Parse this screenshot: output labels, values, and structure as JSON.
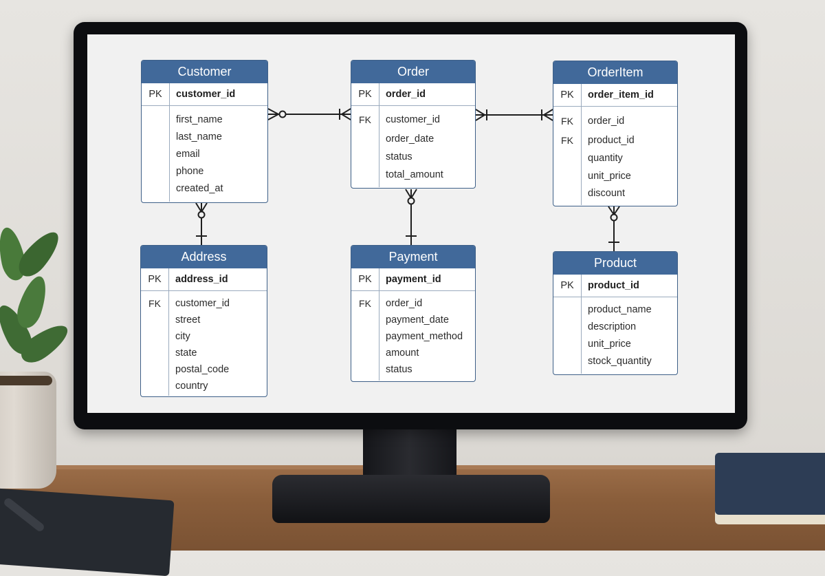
{
  "entities": {
    "customer": {
      "name": "Customer",
      "pk_label": "PK",
      "pk_field": "customer_id",
      "attributes": [
        {
          "key": "",
          "name": "first_name"
        },
        {
          "key": "",
          "name": "last_name"
        },
        {
          "key": "",
          "name": "email"
        },
        {
          "key": "",
          "name": "phone"
        },
        {
          "key": "",
          "name": "created_at"
        }
      ]
    },
    "order": {
      "name": "Order",
      "pk_label": "PK",
      "pk_field": "order_id",
      "attributes": [
        {
          "key": "FK",
          "name": "customer_id"
        },
        {
          "key": "",
          "name": "order_date"
        },
        {
          "key": "",
          "name": "status"
        },
        {
          "key": "",
          "name": "total_amount"
        }
      ]
    },
    "orderitem": {
      "name": "OrderItem",
      "pk_label": "PK",
      "pk_field": "order_item_id",
      "attributes": [
        {
          "key": "FK",
          "name": "order_id"
        },
        {
          "key": "FK",
          "name": "product_id"
        },
        {
          "key": "",
          "name": "quantity"
        },
        {
          "key": "",
          "name": "unit_price"
        },
        {
          "key": "",
          "name": "discount"
        }
      ]
    },
    "address": {
      "name": "Address",
      "pk_label": "PK",
      "pk_field": "address_id",
      "attributes": [
        {
          "key": "FK",
          "name": "customer_id"
        },
        {
          "key": "",
          "name": "street"
        },
        {
          "key": "",
          "name": "city"
        },
        {
          "key": "",
          "name": "state"
        },
        {
          "key": "",
          "name": "postal_code"
        },
        {
          "key": "",
          "name": "country"
        }
      ]
    },
    "payment": {
      "name": "Payment",
      "pk_label": "PK",
      "pk_field": "payment_id",
      "attributes": [
        {
          "key": "FK",
          "name": "order_id"
        },
        {
          "key": "",
          "name": "payment_date"
        },
        {
          "key": "",
          "name": "payment_method"
        },
        {
          "key": "",
          "name": "amount"
        },
        {
          "key": "",
          "name": "status"
        }
      ]
    },
    "product": {
      "name": "Product",
      "pk_label": "PK",
      "pk_field": "product_id",
      "attributes": [
        {
          "key": "",
          "name": "product_name"
        },
        {
          "key": "",
          "name": "description"
        },
        {
          "key": "",
          "name": "unit_price"
        },
        {
          "key": "",
          "name": "stock_quantity"
        }
      ]
    }
  },
  "relationships": [
    {
      "from": "Customer",
      "to": "Order",
      "from_end": "zero-or-many",
      "to_end": "one-or-many"
    },
    {
      "from": "Order",
      "to": "OrderItem",
      "from_end": "one-or-many",
      "to_end": "one-or-many"
    },
    {
      "from": "Customer",
      "to": "Address",
      "from_end": "zero-or-many",
      "to_end": "one"
    },
    {
      "from": "Order",
      "to": "Payment",
      "from_end": "zero-or-many",
      "to_end": "one"
    },
    {
      "from": "OrderItem",
      "to": "Product",
      "from_end": "zero-or-many",
      "to_end": "one"
    }
  ],
  "colors": {
    "header": "#41699a",
    "border": "#3d5f87",
    "bezel": "#0c0d10",
    "desk": "#8a5e3b"
  }
}
